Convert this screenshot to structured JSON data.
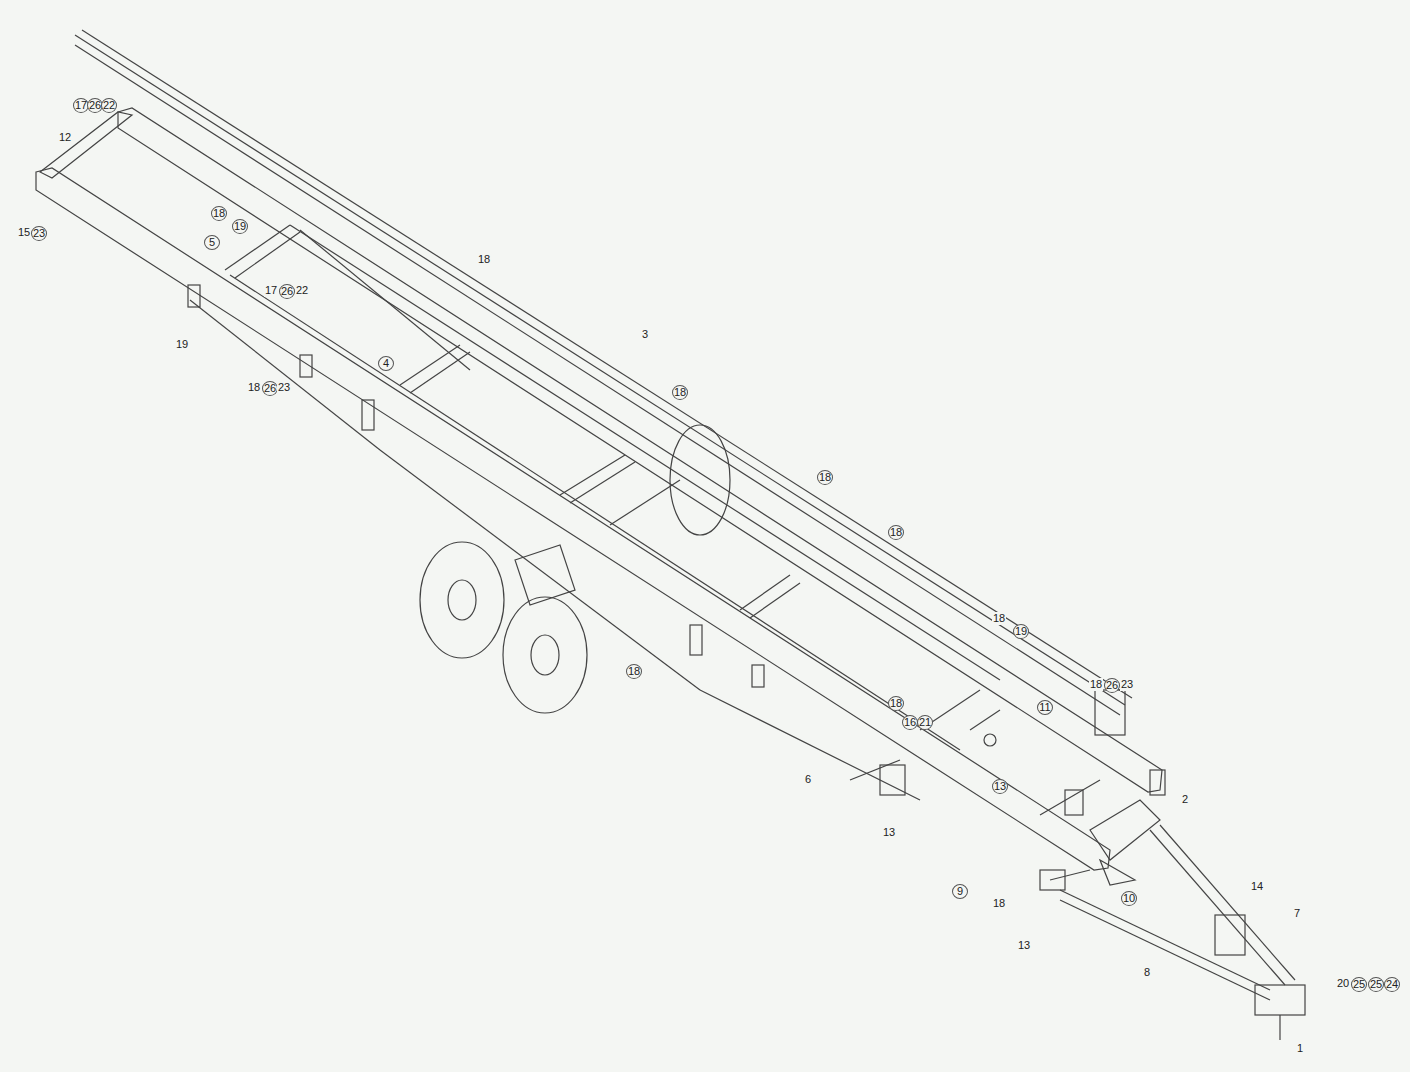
{
  "diagram": {
    "labels": [
      "17",
      "26",
      "22",
      "12",
      "15",
      "23",
      "18",
      "19",
      "5",
      "17",
      "26",
      "22",
      "18",
      "19",
      "3",
      "18",
      "26",
      "23",
      "4",
      "18",
      "18",
      "18",
      "18",
      "18",
      "19",
      "18",
      "26",
      "23",
      "11",
      "18",
      "16",
      "21",
      "6",
      "13",
      "2",
      "13",
      "9",
      "10",
      "18",
      "14",
      "7",
      "13",
      "8",
      "20",
      "25",
      "25",
      "24",
      "1"
    ]
  }
}
